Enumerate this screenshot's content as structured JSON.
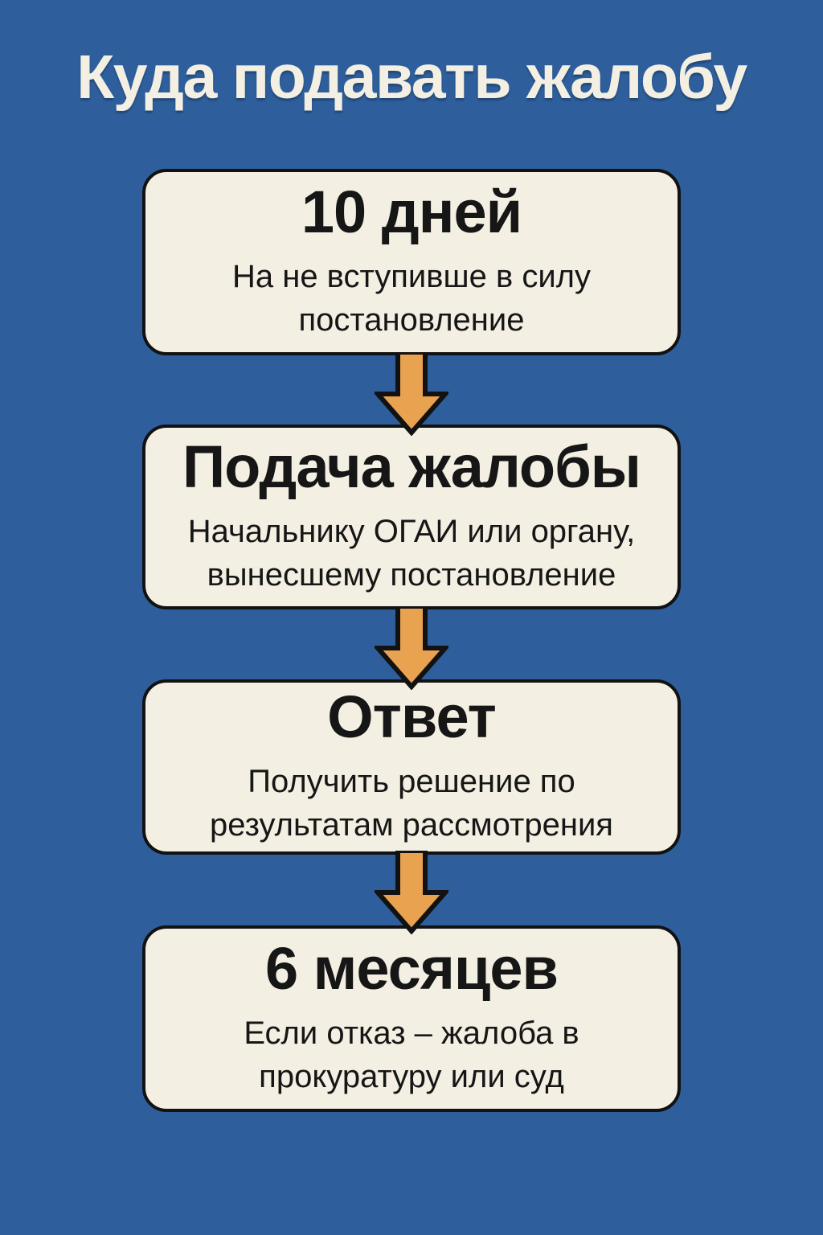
{
  "page": {
    "title": "Куда подавать жалобу"
  },
  "theme": {
    "background": "#2E5F9C",
    "panel_fill": "#F4EFE3",
    "outline": "#121212",
    "arrow_fill": "#E9A250",
    "title_color": "#F4EFE3",
    "text_color": "#161616"
  },
  "flow": {
    "steps": [
      {
        "heading": "10 дней",
        "description": "На не вступивше в силу\nпостановление"
      },
      {
        "heading": "Подача жалобы",
        "description": "Начальнику ОГАИ или органу,\nвынесшему постановление"
      },
      {
        "heading": "Ответ",
        "description": "Получить решение по\nрезультатам рассмотрения"
      },
      {
        "heading": "6 месяцев",
        "description": "Если отказ – жалоба в\nпрокуратуру или суд"
      }
    ]
  }
}
